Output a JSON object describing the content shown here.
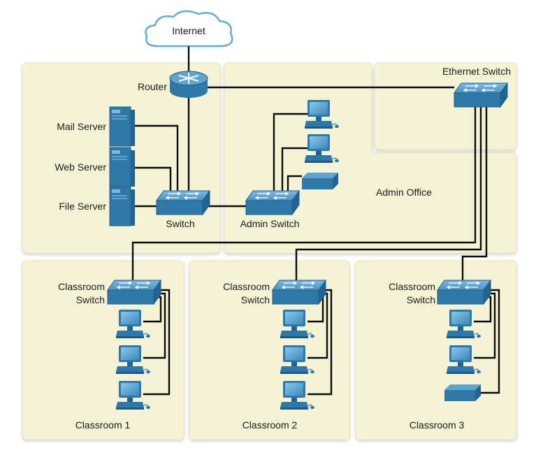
{
  "cloud": {
    "label": "Internet"
  },
  "core": {
    "router": "Router",
    "mail_server": "Mail Server",
    "web_server": "Web Server",
    "file_server": "File Server",
    "switch": "Switch"
  },
  "admin": {
    "switch": "Admin Switch",
    "office": "Admin Office"
  },
  "ethernet_switch": "Ethernet Switch",
  "classrooms": [
    {
      "switch_line1": "Classroom",
      "switch_line2": "Switch",
      "name": "Classroom 1"
    },
    {
      "switch_line1": "Classroom",
      "switch_line2": "Switch",
      "name": "Classroom 2"
    },
    {
      "switch_line1": "Classroom",
      "switch_line2": "Switch",
      "name": "Classroom 3"
    }
  ],
  "colors": {
    "room_fill": "#f4f3d6",
    "device_blue": "#2e79a8",
    "device_light": "#5fa3cf",
    "cable": "#0a0a0a",
    "cloud_stroke": "#6aa7d2"
  }
}
